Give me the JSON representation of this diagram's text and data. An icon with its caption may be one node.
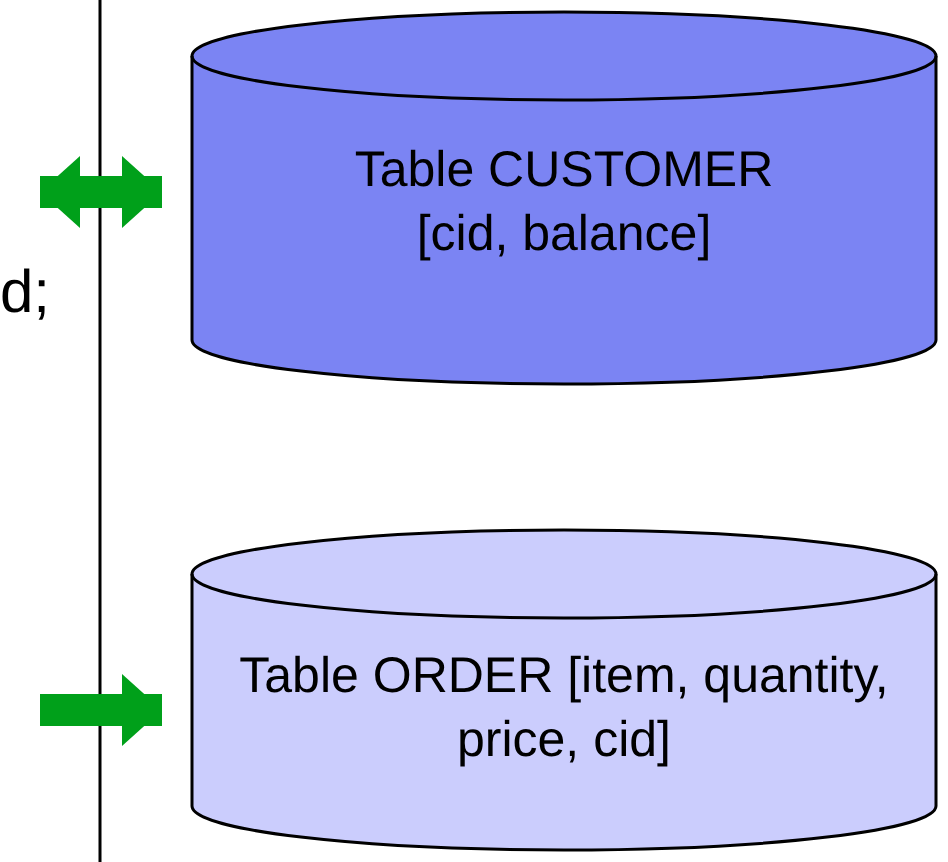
{
  "diagram": {
    "nodes": [
      {
        "text": [
          "Table CUSTOMER [cid, balance]"
        ]
      },
      {
        "text": [
          "Table ORDER [item, quantity, price, cid]"
        ]
      }
    ],
    "edges": [
      {
        "from": null,
        "to": 0,
        "arrow": "both"
      },
      {
        "from": null,
        "to": 1,
        "arrow": "to"
      }
    ],
    "labels": [
      "d;"
    ]
  }
}
